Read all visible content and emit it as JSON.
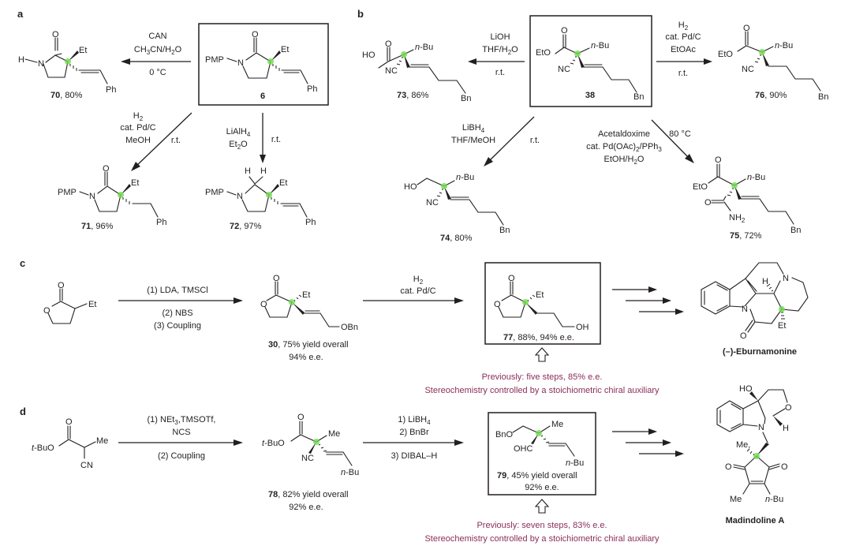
{
  "panels": {
    "a": {
      "label": "a",
      "start": {
        "id": "6",
        "groups": [
          "O",
          "PMP",
          "N",
          "Et",
          "Ph"
        ]
      },
      "reactions": [
        {
          "conditions": [
            "CAN",
            "CH3CN/H2O",
            "0 °C"
          ],
          "product": {
            "id": "70",
            "yield": ", 80%",
            "groups": [
              "O",
              "H",
              "N",
              "Et",
              "Ph"
            ]
          }
        },
        {
          "conditions": [
            "H2",
            "cat. Pd/C",
            "MeOH",
            "r.t."
          ],
          "product": {
            "id": "71",
            "yield": ", 96%",
            "groups": [
              "O",
              "PMP",
              "N",
              "Et",
              "Ph"
            ]
          }
        },
        {
          "conditions": [
            "LiAlH4",
            "Et2O",
            "r.t."
          ],
          "product": {
            "id": "72",
            "yield": ", 97%",
            "groups": [
              "H",
              "H",
              "PMP",
              "N",
              "Et",
              "Ph"
            ]
          }
        }
      ]
    },
    "b": {
      "label": "b",
      "start": {
        "id": "38",
        "groups": [
          "O",
          "EtO",
          "NC",
          "n-Bu",
          "Bn"
        ]
      },
      "reactions": [
        {
          "conditions": [
            "LiOH",
            "THF/H2O",
            "r.t."
          ],
          "product": {
            "id": "73",
            "yield": ", 86%",
            "groups": [
              "O",
              "HO",
              "NC",
              "n-Bu",
              "Bn"
            ]
          }
        },
        {
          "conditions": [
            "H2",
            "cat. Pd/C",
            "EtOAc",
            "r.t."
          ],
          "product": {
            "id": "76",
            "yield": ", 90%",
            "groups": [
              "O",
              "EtO",
              "NC",
              "n-Bu",
              "Bn"
            ]
          }
        },
        {
          "conditions": [
            "LiBH4",
            "THF/MeOH",
            "r.t."
          ],
          "product": {
            "id": "74",
            "yield": ", 80%",
            "groups": [
              "HO",
              "NC",
              "n-Bu",
              "Bn"
            ]
          }
        },
        {
          "conditions": [
            "Acetaldoxime",
            "cat. Pd(OAc)2/PPh3",
            "EtOH/H2O",
            "80 °C"
          ],
          "product": {
            "id": "75",
            "yield": ", 72%",
            "groups": [
              "O",
              "EtO",
              "O",
              "NH2",
              "n-Bu",
              "Bn"
            ]
          }
        }
      ]
    },
    "c": {
      "label": "c",
      "start": {
        "groups": [
          "O",
          "O",
          "Et"
        ]
      },
      "step1": {
        "conditions": [
          "(1) LDA, TMSCl",
          "(2) NBS",
          "(3) Coupling"
        ]
      },
      "intermediate": {
        "id": "30",
        "yield_line": ", 75% yield overall",
        "ee_line": "94% e.e.",
        "groups": [
          "O",
          "O",
          "Et",
          "OBn"
        ]
      },
      "step2": {
        "conditions": [
          "H2",
          "cat. Pd/C"
        ]
      },
      "key": {
        "id": "77",
        "yield_line": ", 88%, 94% e.e.",
        "groups": [
          "O",
          "O",
          "Et",
          "OH"
        ]
      },
      "note": [
        "Previously: five steps, 85% e.e.",
        "Stereochemistry controlled by a stoichiometric chiral auxiliary"
      ],
      "target": {
        "name": "(–)-Eburnamonine",
        "groups": [
          "H",
          "N",
          "N",
          "O",
          "Et"
        ]
      }
    },
    "d": {
      "label": "d",
      "start": {
        "groups": [
          "O",
          "t-BuO",
          "Me",
          "CN"
        ]
      },
      "step1": {
        "conditions": [
          "(1) NEt3,TMSOTf,",
          "NCS",
          "(2) Coupling"
        ]
      },
      "intermediate": {
        "id": "78",
        "yield_line": ", 82% yield overall",
        "ee_line": "92% e.e.",
        "groups": [
          "O",
          "t-BuO",
          "Me",
          "NC",
          "n-Bu"
        ]
      },
      "step2": {
        "conditions": [
          "1) LiBH4",
          "2) BnBr",
          "3) DIBAL–H"
        ]
      },
      "key": {
        "id": "79",
        "yield_line": ", 45% yield overall",
        "ee_line": "92% e.e.",
        "groups": [
          "BnO",
          "Me",
          "OHC",
          "n-Bu"
        ]
      },
      "note": [
        "Previously: seven steps, 83% e.e.",
        "Stereochemistry controlled by a stoichiometric chiral auxiliary"
      ],
      "target": {
        "name": "Madindoline A",
        "groups": [
          "HO",
          "O",
          "N",
          "H",
          "Me,",
          "O",
          "O",
          "Me",
          "n-Bu"
        ]
      }
    }
  },
  "colors": {
    "quaternary_highlight": "#6fdc4e",
    "note_text": "#8b2e57",
    "ink": "#231f20"
  }
}
